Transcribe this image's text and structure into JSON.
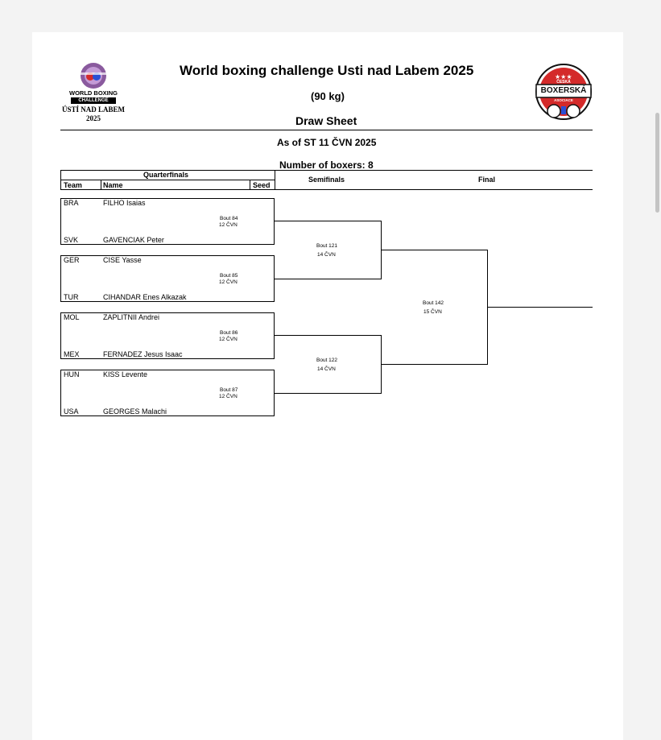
{
  "header": {
    "title": "World boxing challenge Usti nad Labem 2025",
    "weight_class": "(90 kg)",
    "sheet_type": "Draw Sheet",
    "as_of": "As of ST 11 ČVN 2025",
    "num_boxers": "Number of boxers: 8"
  },
  "logo_left": {
    "line1": "WORLD BOXING",
    "line2": "CHALLENGE",
    "line3": "ÚSTÍ NAD LABEM",
    "line4": "2025"
  },
  "logo_right": {
    "line1": "ČESKÁ",
    "line2": "BOXERSKÁ",
    "line3": "ASOCIACE"
  },
  "columns": {
    "quarterfinals": "Quarterfinals",
    "team": "Team",
    "name": "Name",
    "seed": "Seed",
    "semifinals": "Semifinals",
    "final": "Final"
  },
  "boxers": [
    {
      "team": "BRA",
      "name": "FILHO Isaias"
    },
    {
      "team": "SVK",
      "name": "GAVENCIAK Peter"
    },
    {
      "team": "GER",
      "name": "CISE Yasse"
    },
    {
      "team": "TUR",
      "name": "CIHANDAR Enes Alkazak"
    },
    {
      "team": "MOL",
      "name": "ZAPLITNII Andrei"
    },
    {
      "team": "MEX",
      "name": "FERNADEZ Jesus Isaac"
    },
    {
      "team": "HUN",
      "name": "KISS Levente"
    },
    {
      "team": "USA",
      "name": "GEORGES Malachi"
    }
  ],
  "quarter_bouts": [
    {
      "bout": "Bout 84",
      "date": "12 ČVN"
    },
    {
      "bout": "Bout 85",
      "date": "12 ČVN"
    },
    {
      "bout": "Bout 86",
      "date": "12 ČVN"
    },
    {
      "bout": "Bout 87",
      "date": "12 ČVN"
    }
  ],
  "semi_bouts": [
    {
      "bout": "Bout 121",
      "date": "14 ČVN"
    },
    {
      "bout": "Bout 122",
      "date": "14 ČVN"
    }
  ],
  "final_bout": {
    "bout": "Bout 142",
    "date": "15 ČVN"
  },
  "colors": {
    "logo_purple": "#8a5a9e",
    "logo_red": "#d42a2a",
    "line": "#000000"
  }
}
